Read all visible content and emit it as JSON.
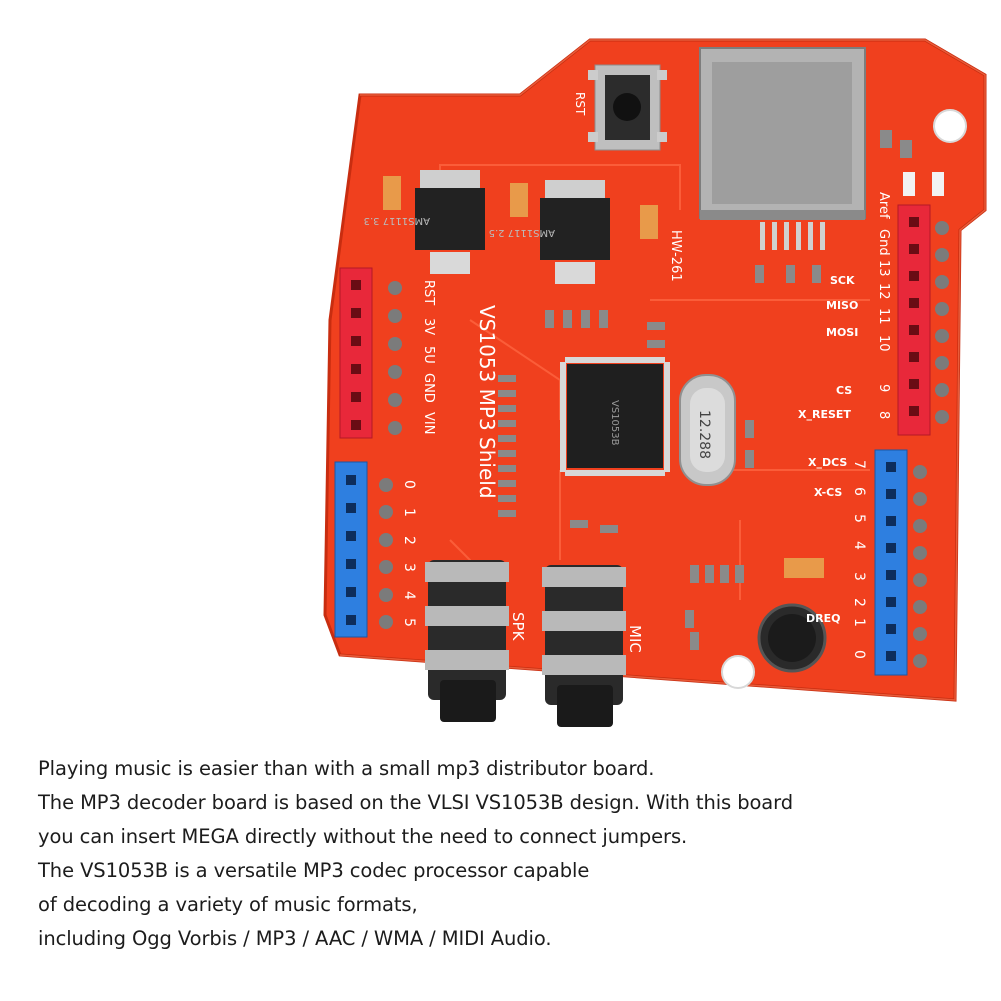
{
  "board": {
    "silkscreen_title": "VS1053 MP3 Shield",
    "model": "HW-261",
    "reset_label": "RST",
    "left_header_labels": [
      "RST",
      "3V",
      "5U",
      "GND",
      "VIN"
    ],
    "left_digital_labels": [
      "0",
      "1",
      "2",
      "3",
      "4",
      "5"
    ],
    "right_top_labels": [
      "Aref",
      "Gnd",
      "13",
      "12",
      "11",
      "10",
      "9",
      "8"
    ],
    "right_bottom_labels": [
      "7",
      "6",
      "5",
      "4",
      "3",
      "2",
      "1",
      "0"
    ],
    "signal_labels": [
      "SCK",
      "MISO",
      "MOSI",
      "CS",
      "X_RESET",
      "X_DCS",
      "X-CS",
      "DREQ"
    ],
    "chip_marking": "VS1053B",
    "crystal_marking": "12.288",
    "regulator_1": "AMS1117 3.3",
    "regulator_2": "AMS1117 2.5",
    "jack_labels": [
      "SPK",
      "MIC"
    ]
  },
  "description": [
    "Playing music is easier than with a small mp3 distributor board.",
    "The MP3 decoder board is based on the VLSI VS1053B design. With this board",
    "you can insert MEGA directly without the need to connect jumpers.",
    "The VS1053B is a versatile MP3 codec processor capable",
    "of decoding a variety of music formats,",
    "including Ogg Vorbis / MP3 / AAC / WMA / MIDI Audio."
  ],
  "colors": {
    "pcb": "#f0401e",
    "pcb_edge": "#c82d10",
    "header_red": "#e8283a",
    "header_blue": "#2e7fe0",
    "metal": "#a9a9a9",
    "jack": "#2a2a2a",
    "text": "#1c1c1c"
  }
}
